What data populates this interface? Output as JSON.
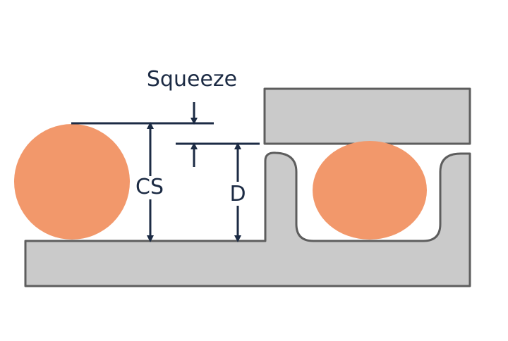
{
  "labels": {
    "squeeze": "Squeeze",
    "cross_section": "CS",
    "depth": "D"
  },
  "colors": {
    "oring": "#f2986b",
    "metal_fill": "#cacaca",
    "metal_stroke": "#5d5d5d",
    "dimension": "#1c2b44"
  }
}
